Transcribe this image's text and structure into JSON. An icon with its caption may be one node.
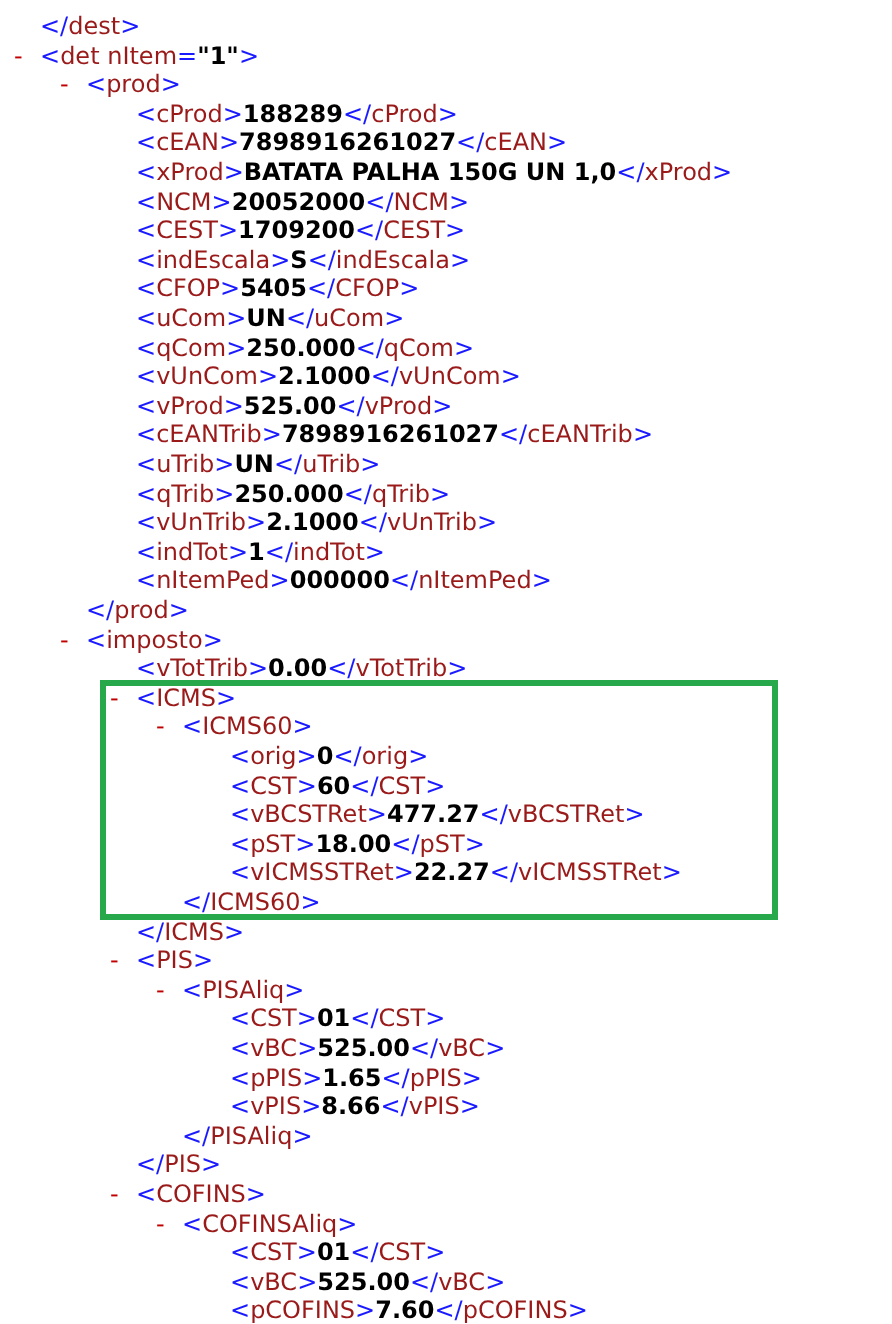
{
  "diagram": {
    "nodes": [
      {
        "text": [
          "- <ICMS>",
          "- <ICMS60>",
          "<orig>0</orig>",
          "<CST>60</CST>",
          "<vBCSTRet>477.27</vBCSTRet>",
          "<pST>18.00</pST>",
          "<vICMSSTRet>22.27</vICMSSTRet>",
          "</ICMS60>"
        ]
      }
    ],
    "labels": [
      "</dest>",
      "- <det nItem=\"1\">",
      "- <prod>",
      "<cProd>188289</cProd>",
      "<cEAN>7898916261027</cEAN>",
      "<xProd>BATATA PALHA 150G UN 1,0</xProd>",
      "<NCM>20052000</NCM>",
      "<CEST>1709200</CEST>",
      "<indEscala>S</indEscala>",
      "<CFOP>5405</CFOP>",
      "<uCom>UN</uCom>",
      "<qCom>250.000</qCom>",
      "<vUnCom>2.1000</vUnCom>",
      "<vProd>525.00</vProd>",
      "<cEANTrib>7898916261027</cEANTrib>",
      "<uTrib>UN</uTrib>",
      "<qTrib>250.000</qTrib>",
      "<vUnTrib>2.1000</vUnTrib>",
      "<indTot>1</indTot>",
      "<nItemPed>000000</nItemPed>",
      "</prod>",
      "- <imposto>",
      "<vTotTrib>0.00</vTotTrib>",
      "</ICMS>",
      "- <PIS>",
      "- <PISAliq>",
      "<CST>01</CST>",
      "<vBC>525.00</vBC>",
      "<pPIS>1.65</pPIS>",
      "<vPIS>8.66</vPIS>",
      "</PISAliq>",
      "</PIS>",
      "- <COFINS>",
      "- <COFINSAliq>",
      "<CST>01</CST>",
      "<vBC>525.00</vBC>",
      "<pCOFINS>7.60</pCOFINS>"
    ]
  }
}
